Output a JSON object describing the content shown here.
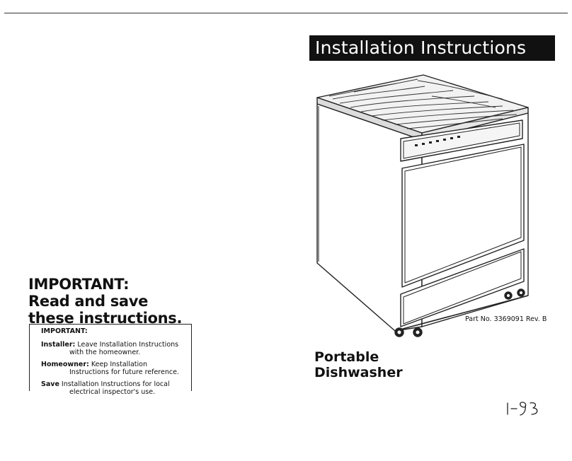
{
  "header": {
    "title": "Installation Instructions"
  },
  "important": {
    "line1": "IMPORTANT:",
    "line2": "Read and save",
    "line3": "these instructions."
  },
  "notice": {
    "title": "IMPORTANT:",
    "installer_key": "Installer:",
    "installer_text": "Leave Installation Instructions",
    "installer_cont": "with the homeowner.",
    "homeowner_key": "Homeowner:",
    "homeowner_text": "Keep Installation",
    "homeowner_cont": "Instructions for future reference.",
    "save_key": "Save",
    "save_text": "Installation Instructions for local",
    "save_cont": "electrical inspector's use."
  },
  "part_number": "Part No. 3369091 Rev. B",
  "product": {
    "line1": "Portable",
    "line2": "Dishwasher"
  },
  "date_mark": "1-93",
  "icons": {
    "illustration": "portable-dishwasher-illustration",
    "date_mark": "handwritten-date-mark"
  }
}
